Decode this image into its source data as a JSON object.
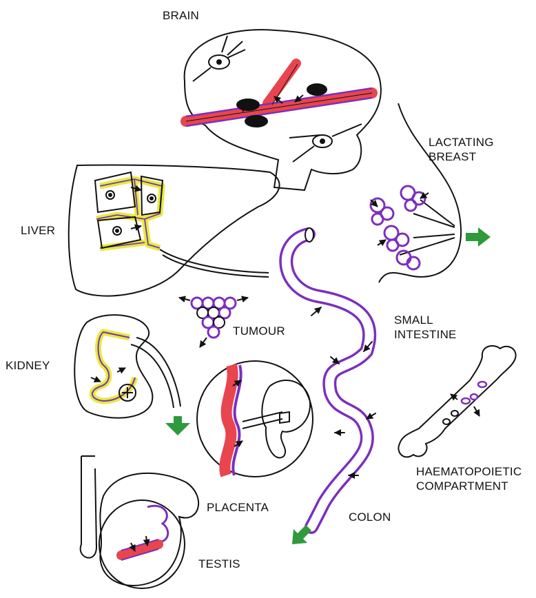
{
  "labels": {
    "brain": "BRAIN",
    "lactating_breast_line1": "LACTATING",
    "lactating_breast_line2": "BREAST",
    "liver": "LIVER",
    "tumour": "TUMOUR",
    "small_intestine_line1": "SMALL",
    "small_intestine_line2": "INTESTINE",
    "kidney": "KIDNEY",
    "haematopoietic_line1": "HAEMATOPOIETIC",
    "haematopoietic_line2": "COMPARTMENT",
    "placenta": "PLACENTA",
    "colon": "COLON",
    "testis": "TESTIS"
  },
  "colors": {
    "outline": "#111111",
    "vessel_red": "#e8454f",
    "membrane_purple": "#7b2fbe",
    "bile_yellow": "#e6ea3a",
    "export_green": "#2e9a3c"
  }
}
